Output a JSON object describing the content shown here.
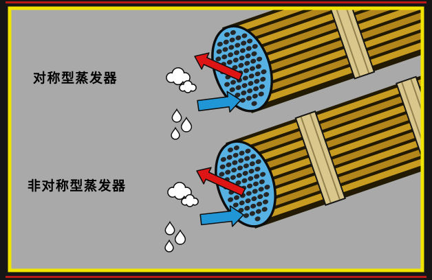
{
  "labels": {
    "symmetric": "对称型蒸发器",
    "asymmetric": "非对称型蒸发器"
  },
  "icons": {
    "steam_cloud": "steam-cloud-icon",
    "water_droplet": "water-droplet-icon",
    "outlet_arrow": "steam-outlet-arrow",
    "inlet_arrow": "water-inlet-arrow"
  },
  "colors": {
    "frame": "#161616",
    "frame_accent": "#bb1a1a",
    "border": "#f0e400",
    "background": "#a9a9a9",
    "tube_gold": "#c79c20",
    "tube_gold_dark": "#b2861a",
    "tube_gap": "#221a02",
    "band": "#d9c78c",
    "face_blue": "#57b1e2",
    "tube_hole": "#262626",
    "arrow_red": "#dd1515",
    "arrow_blue": "#2196d6",
    "cloud_white": "#ffffff"
  }
}
